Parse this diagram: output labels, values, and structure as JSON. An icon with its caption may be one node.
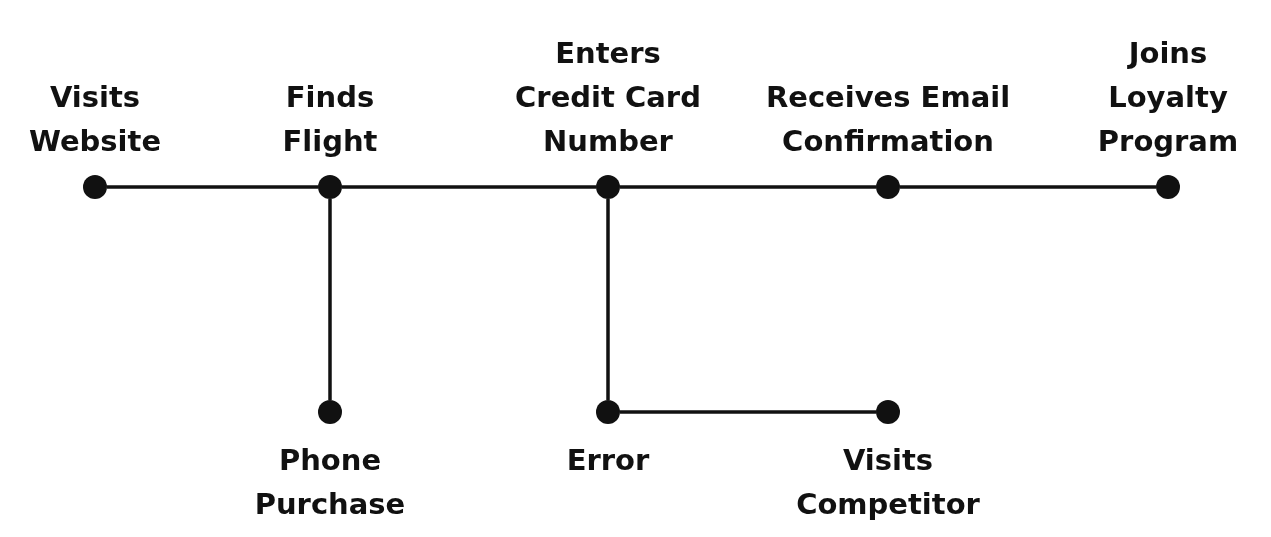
{
  "diagram": {
    "nodes": [
      {
        "text": [
          "Visits Website"
        ]
      },
      {
        "text": [
          "Finds Flight"
        ]
      },
      {
        "text": [
          "Enters Credit Card Number"
        ]
      },
      {
        "text": [
          "Receives Email Confirmation"
        ]
      },
      {
        "text": [
          "Joins Loyalty Program"
        ]
      },
      {
        "text": [
          "Phone Purchase"
        ]
      },
      {
        "text": [
          "Error"
        ]
      },
      {
        "text": [
          "Visits Competitor"
        ]
      }
    ],
    "edges": [
      {
        "from": 0,
        "to": 1,
        "arrow": "none"
      },
      {
        "from": 1,
        "to": 2,
        "arrow": "none"
      },
      {
        "from": 2,
        "to": 3,
        "arrow": "none"
      },
      {
        "from": 3,
        "to": 4,
        "arrow": "none"
      },
      {
        "from": 1,
        "to": 5,
        "arrow": "none"
      },
      {
        "from": 2,
        "to": 6,
        "arrow": "none"
      },
      {
        "from": 6,
        "to": 7,
        "arrow": "none"
      }
    ]
  }
}
